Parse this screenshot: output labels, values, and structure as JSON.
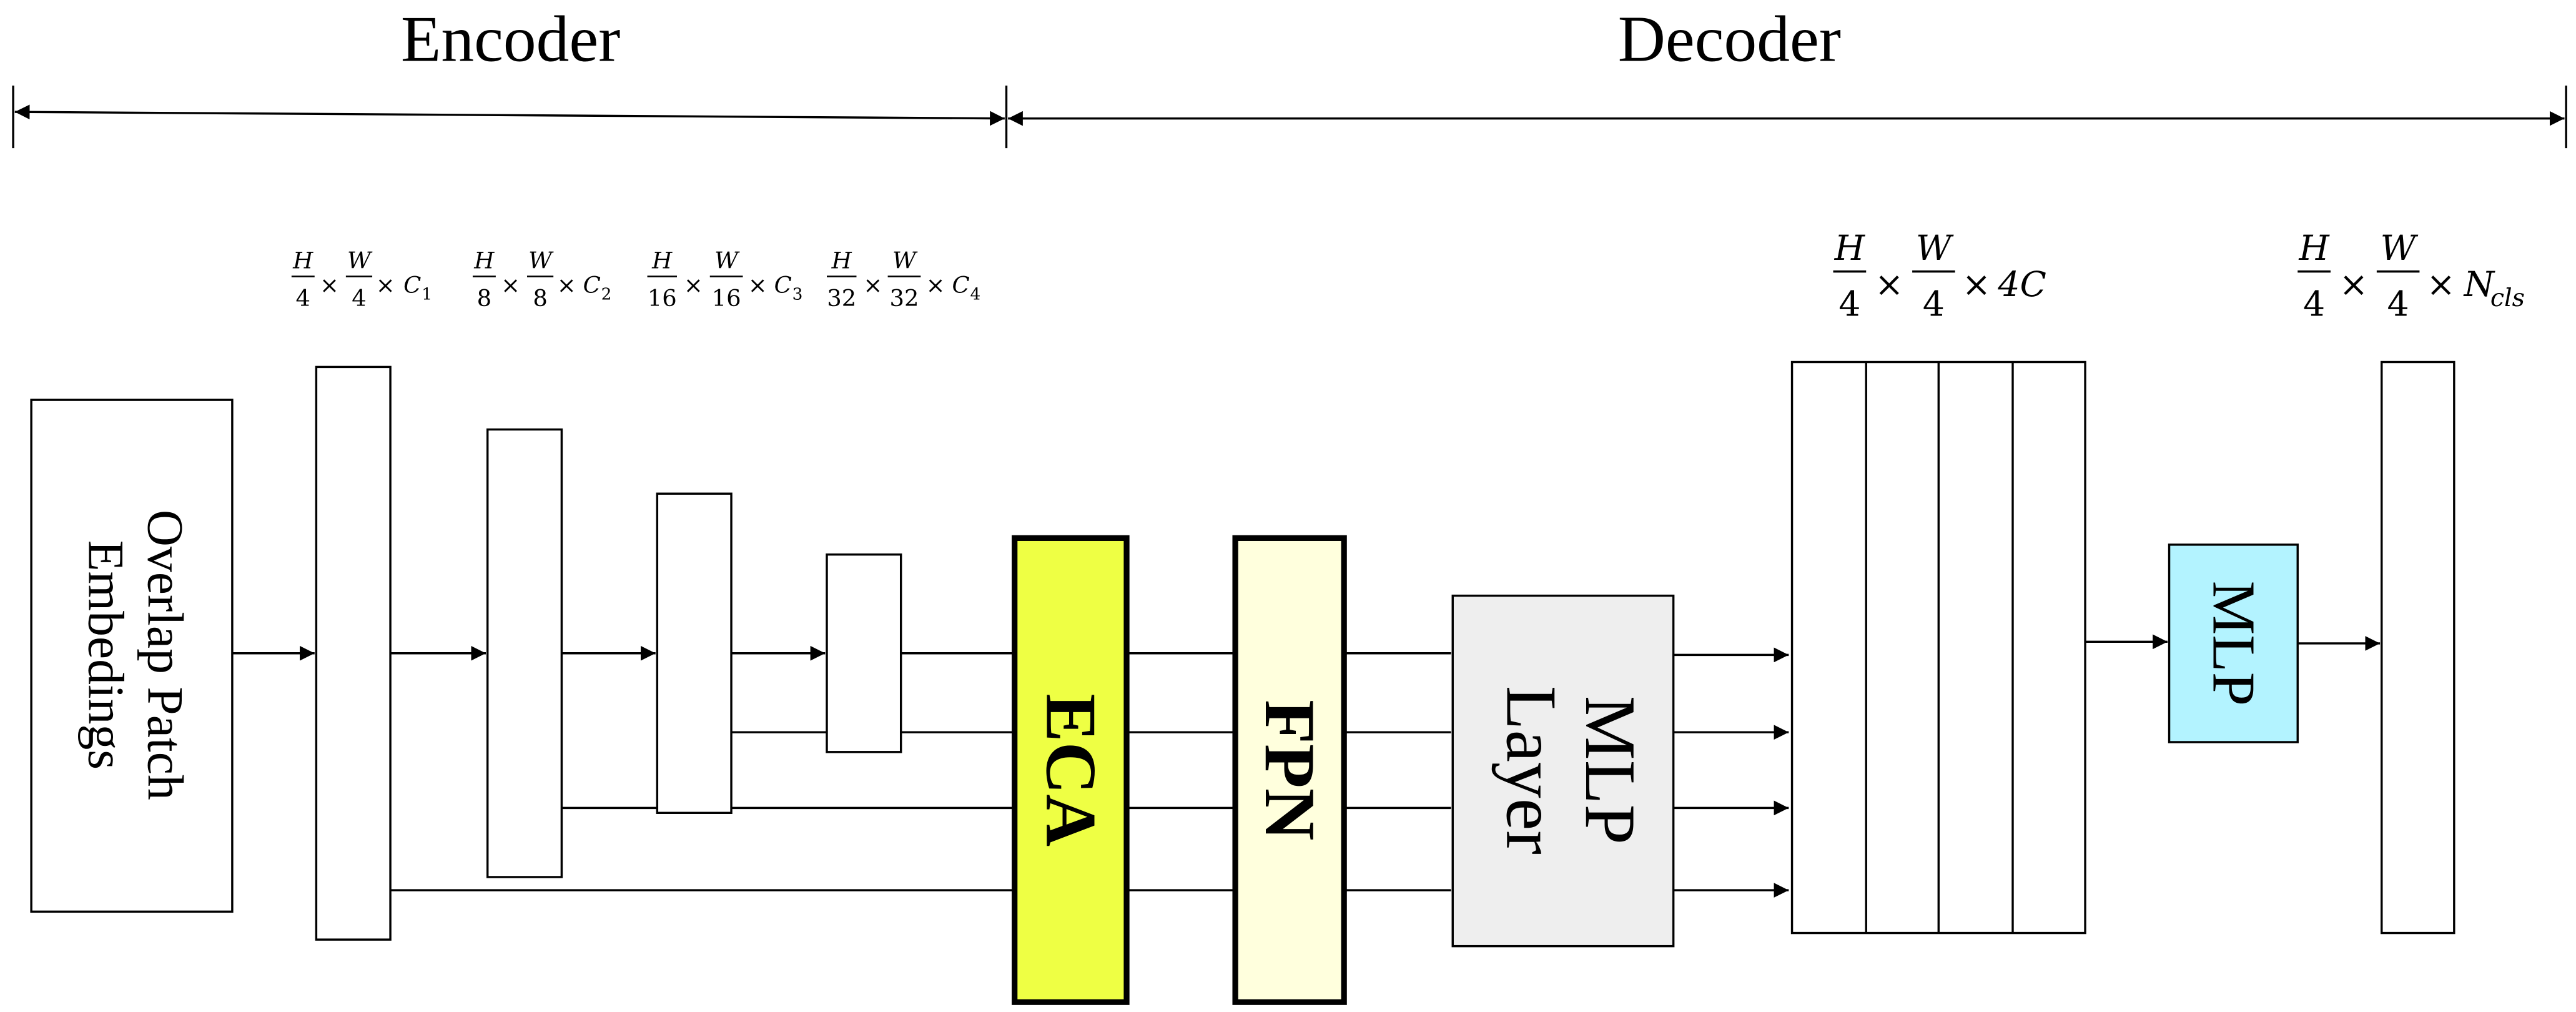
{
  "sections": {
    "encoder": "Encoder",
    "decoder": "Decoder"
  },
  "blocks": {
    "patch_embed": {
      "line1": "Overlap Patch",
      "line2": "Embedings"
    },
    "eca": "ECA",
    "fpn": "FPN",
    "mlp_layer": {
      "line1": "MLP",
      "line2": "Layer"
    },
    "mlp": "MLP"
  },
  "dims": {
    "stage1": {
      "h": "H",
      "hd": "4",
      "w": "W",
      "wd": "4",
      "c": "C",
      "cs": "1"
    },
    "stage2": {
      "h": "H",
      "hd": "8",
      "w": "W",
      "wd": "8",
      "c": "C",
      "cs": "2"
    },
    "stage3": {
      "h": "H",
      "hd": "16",
      "w": "W",
      "wd": "16",
      "c": "C",
      "cs": "3"
    },
    "stage4": {
      "h": "H",
      "hd": "32",
      "w": "W",
      "wd": "32",
      "c": "C",
      "cs": "4"
    },
    "concat": {
      "h": "H",
      "hd": "4",
      "w": "W",
      "wd": "4",
      "c": "4C"
    },
    "output": {
      "h": "H",
      "hd": "4",
      "w": "W",
      "wd": "4",
      "c": "N",
      "cs": "cls"
    }
  },
  "colors": {
    "eca": "#eeff44",
    "fpn": "#ffffdd",
    "mlp_layer": "#eeeeee",
    "mlp": "#b3f3ff"
  }
}
